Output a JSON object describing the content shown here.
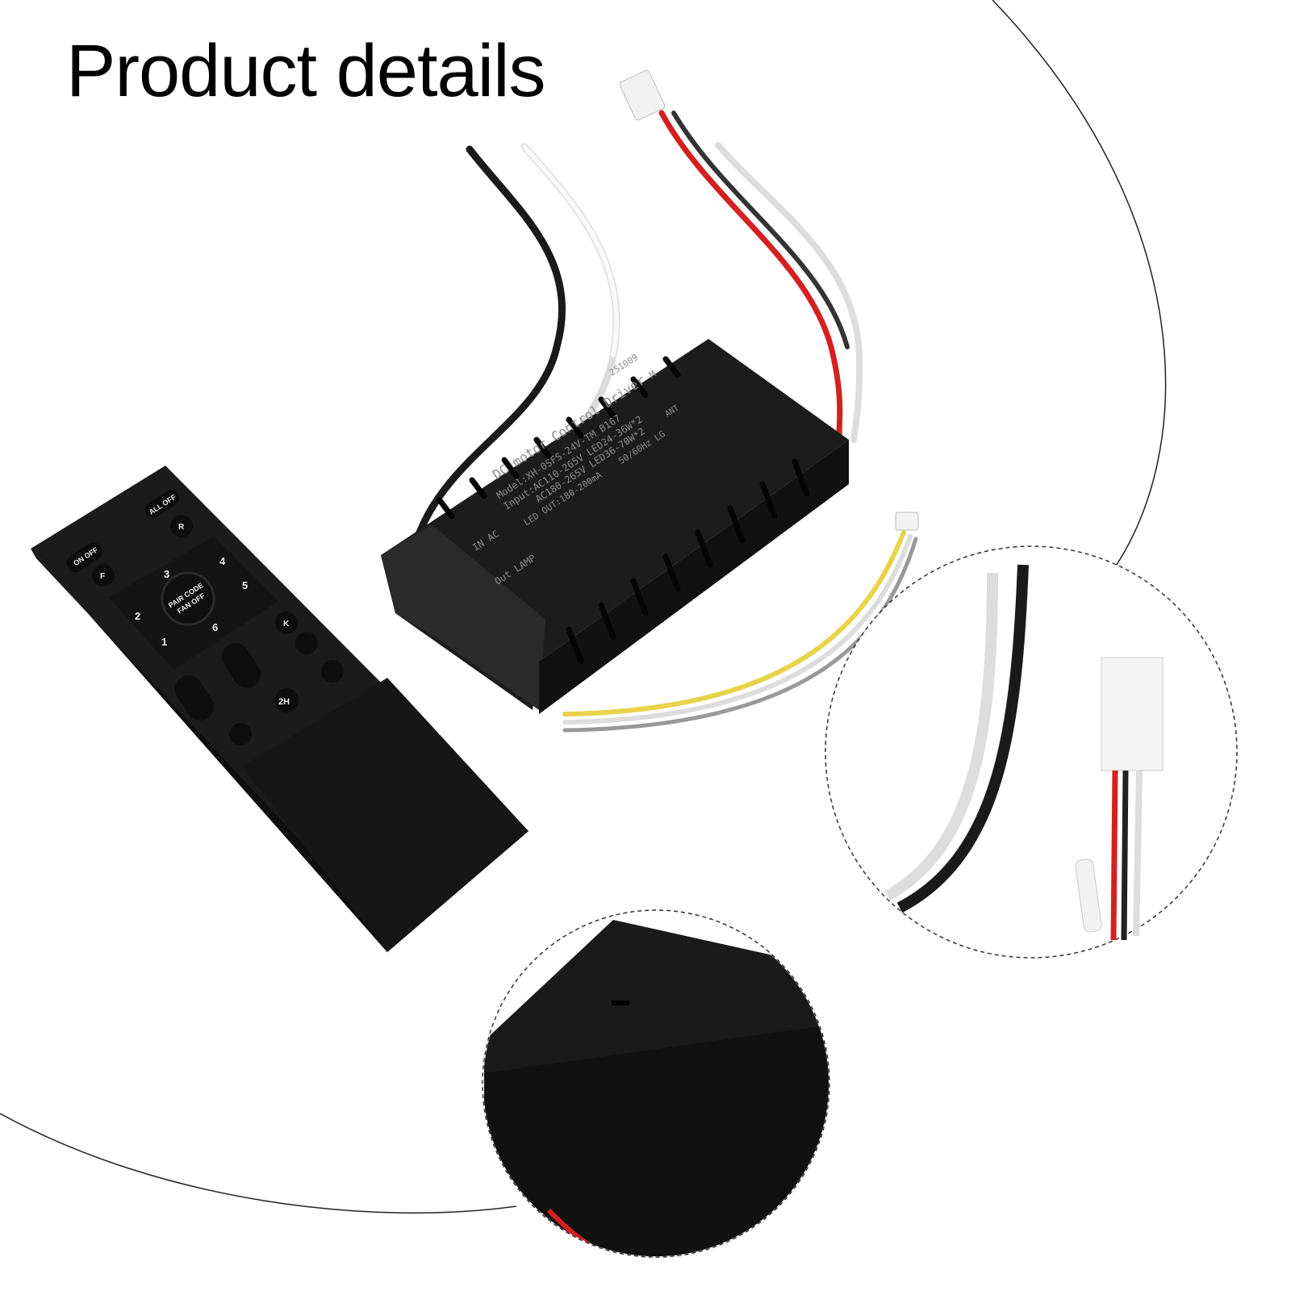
{
  "title": "Product details",
  "driver_label": {
    "heading": "DC motor Control Driver",
    "model": "Model:XH-0SFS-24V-TM B167",
    "input_line1": "Input:AC110-265V LED24-36W*2",
    "input_line2": "AC180-265V LED36-70W*2",
    "led_out": "LED OUT:180-200mA",
    "freq": "50/60Hz LG",
    "code": "251009",
    "ant": "ANT",
    "in_ac": "IN AC",
    "out_lamp": "Out LAMP",
    "mark": "M"
  },
  "remote_buttons": {
    "all_off": "ALL OFF",
    "on_off": "ON OFF",
    "pair_code": "PAIR CODE",
    "fan_off": "FAN OFF",
    "speeds": [
      "1",
      "2",
      "3",
      "4",
      "5",
      "6"
    ],
    "timer": "2H",
    "f": "F",
    "r": "R",
    "k": "K"
  },
  "colors": {
    "wire_red": "#d62020",
    "wire_yellow": "#e8d34a",
    "body": "#1c1c1c"
  }
}
